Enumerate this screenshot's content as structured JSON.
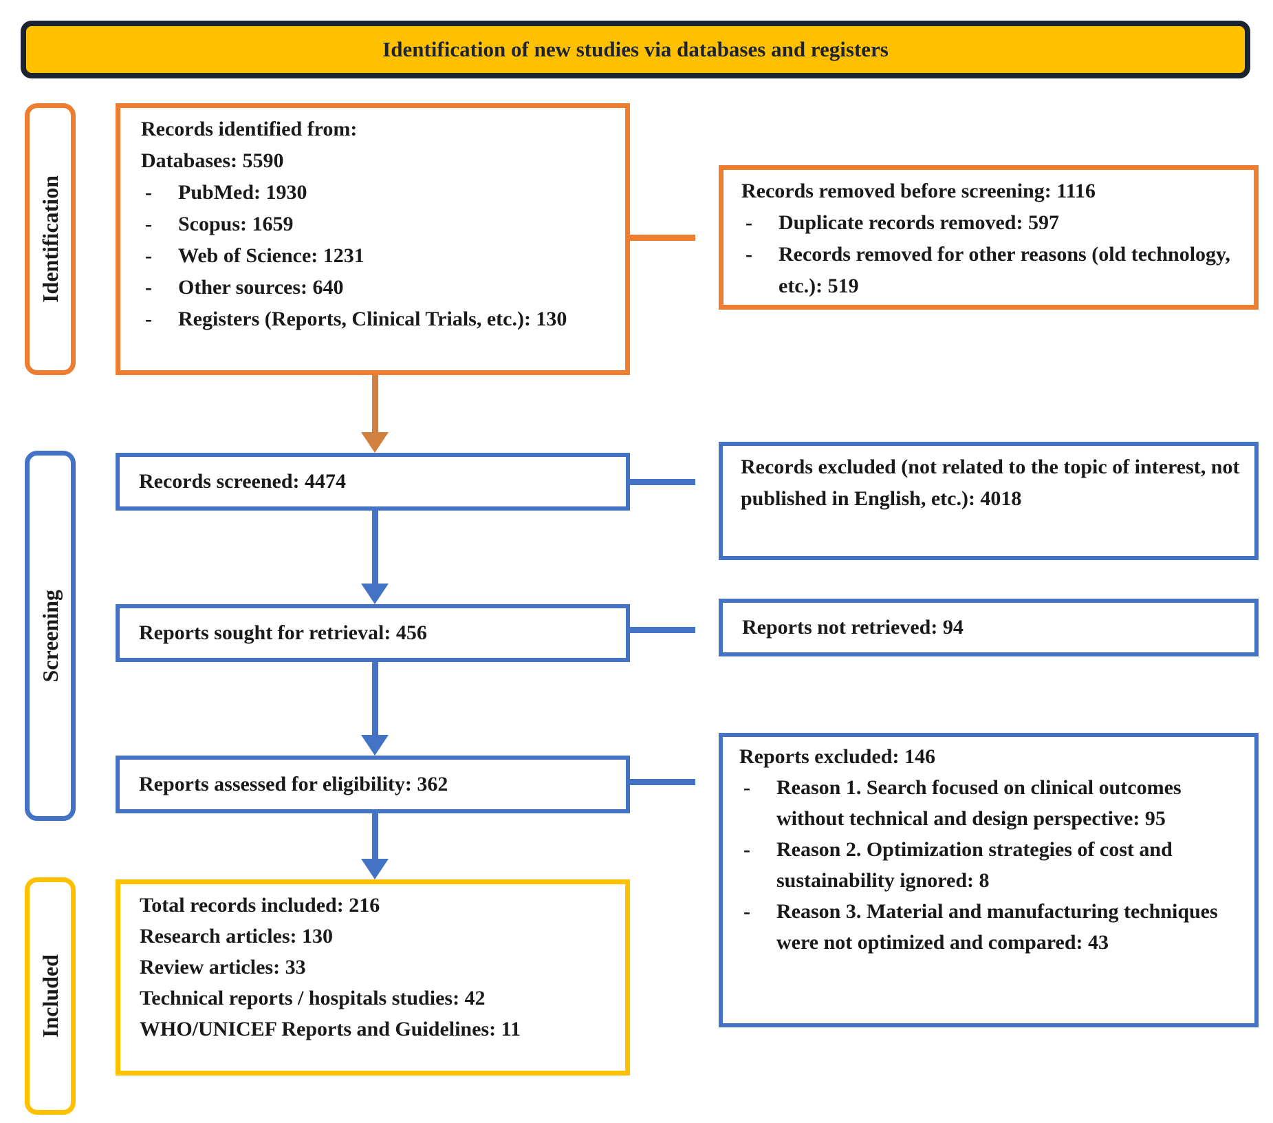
{
  "title": "Identification of new studies via databases and registers",
  "bullet_marker": "-",
  "colors": {
    "orange": "#ED7D31",
    "blue": "#4472C4",
    "gold": "#FFC000",
    "banner_fill": "#FFC000",
    "banner_border": "#1B2430"
  },
  "stages": {
    "identification": "Identification",
    "screening": "Screening",
    "included": "Included"
  },
  "boxes": {
    "identified": {
      "lines": [
        "Records identified from:",
        "Databases: 5590"
      ],
      "bullets": [
        "PubMed: 1930",
        "Scopus: 1659",
        "Web of Science: 1231",
        "Other sources: 640",
        "Registers (Reports, Clinical Trials, etc.): 130"
      ]
    },
    "removed": {
      "lines": [
        "Records removed before screening: 1116"
      ],
      "bullets": [
        "Duplicate records removed: 597",
        "Records removed for other reasons (old technology, etc.): 519"
      ]
    },
    "screened": {
      "label": "Records screened: 4474"
    },
    "excluded": {
      "label": "Records excluded (not related to the topic of interest, not published in English, etc.): 4018"
    },
    "sought": {
      "label": "Reports sought for retrieval: 456"
    },
    "not_retrieved": {
      "label": "Reports not retrieved: 94"
    },
    "assessed": {
      "label": "Reports assessed for eligibility: 362"
    },
    "reports_excluded": {
      "lines": [
        "Reports excluded: 146"
      ],
      "bullets": [
        "Reason 1. Search focused on clinical outcomes without technical and design perspective: 95",
        "Reason 2. Optimization strategies of cost and sustainability ignored: 8",
        "Reason 3. Material and manufacturing techniques were not optimized and compared: 43"
      ]
    },
    "included": {
      "lines": [
        "Total records included: 216",
        "Research articles: 130",
        "Review articles: 33",
        "Technical reports / hospitals studies: 42",
        "WHO/UNICEF Reports and Guidelines: 11"
      ]
    }
  }
}
